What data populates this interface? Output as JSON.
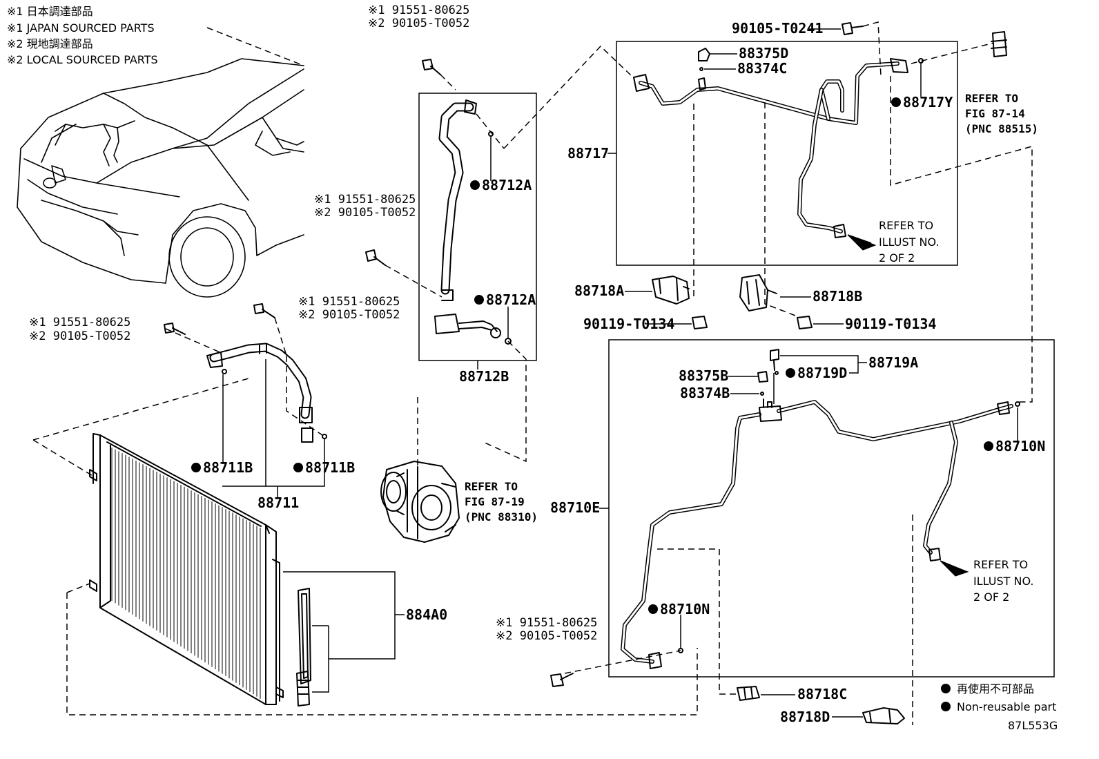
{
  "notes": {
    "line1": "※1 日本調達部品",
    "line2": "※1 JAPAN SOURCED PARTS",
    "line3": "※2 現地調達部品",
    "line4": "※2 LOCAL SOURCED PARTS"
  },
  "callouts": {
    "bolt_a_1": "※1 91551-80625",
    "bolt_a_2": "※2 90105-T0052",
    "bolt_b_1": "※1 91551-80625",
    "bolt_b_2": "※2 90105-T0052",
    "bolt_c_1": "※1 91551-80625",
    "bolt_c_2": "※2 90105-T0052",
    "bolt_d_1": "※1 91551-80625",
    "bolt_d_2": "※2 90105-T0052",
    "bolt_e_1": "※1 91551-80625",
    "bolt_e_2": "※2 90105-T0052"
  },
  "parts": {
    "p88712A_top": "88712A",
    "p88712A_bot": "88712A",
    "p88712B": "88712B",
    "p88711B_left": "88711B",
    "p88711B_right": "88711B",
    "p88711": "88711",
    "p884A0": "884A0",
    "p90105_T0241": "90105-T0241",
    "p88375D": "88375D",
    "p88374C": "88374C",
    "p88717Y": "88717Y",
    "p88717": "88717",
    "p88718A": "88718A",
    "p88718B": "88718B",
    "p90119_left": "90119-T0134",
    "p90119_right": "90119-T0134",
    "p88719A": "88719A",
    "p88719D": "88719D",
    "p88375B": "88375B",
    "p88374B": "88374B",
    "p88710N_right": "88710N",
    "p88710N_left": "88710N",
    "p88710E": "88710E",
    "p88718C": "88718C",
    "p88718D": "88718D"
  },
  "refs": {
    "r1": {
      "l1": "REFER TO",
      "l2": "FIG 87-14",
      "l3": "(PNC 88515)"
    },
    "r2": {
      "l1": "REFER TO",
      "l2": "ILLUST NO.",
      "l3": "2 OF 2"
    },
    "r3": {
      "l1": "REFER TO",
      "l2": "FIG 87-19",
      "l3": "(PNC 88310)"
    },
    "r4": {
      "l1": "REFER TO",
      "l2": "ILLUST NO.",
      "l3": "2 OF 2"
    }
  },
  "legend": {
    "jp": "再使用不可部品",
    "en": "Non-reusable part"
  },
  "illustration_code": "87L553G",
  "icons": [
    "non-reusable-dot-icon",
    "refer-arrow-icon",
    "bolt-icon"
  ]
}
